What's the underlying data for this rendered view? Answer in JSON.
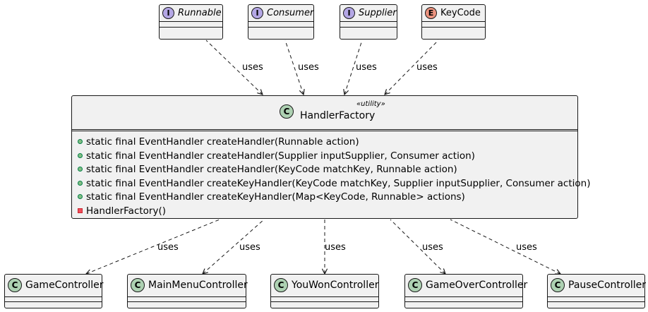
{
  "interfaces": [
    {
      "name": "Runnable",
      "kind": "I"
    },
    {
      "name": "Consumer",
      "kind": "I"
    },
    {
      "name": "Supplier",
      "kind": "I"
    }
  ],
  "enum": {
    "name": "KeyCode",
    "kind": "E"
  },
  "main_class": {
    "kind": "C",
    "name": "HandlerFactory",
    "stereotype": "«utility»",
    "methods": [
      {
        "visibility": "public",
        "text": "static final EventHandler createHandler(Runnable action)"
      },
      {
        "visibility": "public",
        "text": "static final EventHandler createHandler(Supplier inputSupplier, Consumer action)"
      },
      {
        "visibility": "public",
        "text": "static final EventHandler createHandler(KeyCode matchKey, Runnable action)"
      },
      {
        "visibility": "public",
        "text": "static final EventHandler createKeyHandler(KeyCode matchKey, Supplier inputSupplier, Consumer action)"
      },
      {
        "visibility": "public",
        "text": "static final EventHandler createKeyHandler(Map<KeyCode, Runnable> actions)"
      },
      {
        "visibility": "private",
        "text": "HandlerFactory()"
      }
    ]
  },
  "controllers": [
    {
      "name": "GameController",
      "kind": "C"
    },
    {
      "name": "MainMenuController",
      "kind": "C"
    },
    {
      "name": "YouWonController",
      "kind": "C"
    },
    {
      "name": "GameOverController",
      "kind": "C"
    },
    {
      "name": "PauseController",
      "kind": "C"
    }
  ],
  "edge_label": "uses",
  "colors": {
    "box_fill": "#f1f1f1",
    "border": "#181818",
    "interface_circle": "#b4a7e5",
    "enum_circle": "#eb937f",
    "class_circle": "#add1b2"
  }
}
